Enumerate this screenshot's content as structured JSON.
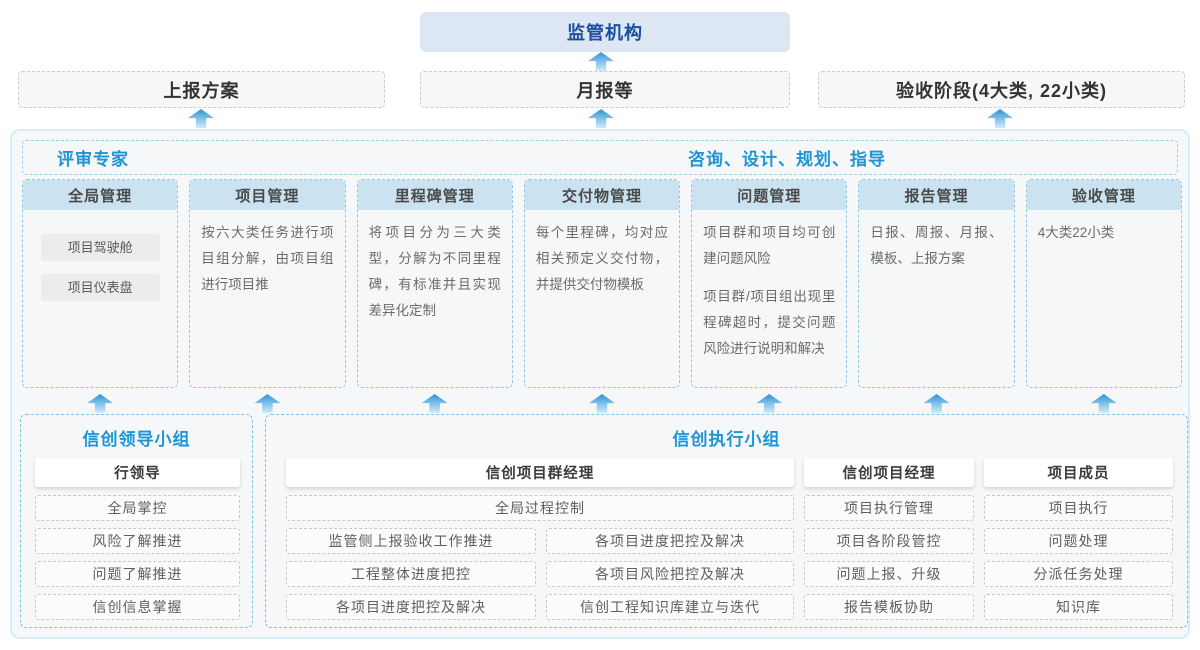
{
  "top": {
    "regulator_label": "监管机构",
    "channels": [
      {
        "label": "上报方案"
      },
      {
        "label": "月报等"
      },
      {
        "label": "验收阶段(4大类, 22小类)"
      }
    ]
  },
  "panel": {
    "experts_label": "评审专家",
    "advisory_label": "咨询、设计、规划、指导",
    "columns": [
      {
        "title": "全局管理",
        "chips": [
          "项目驾驶舱",
          "项目仪表盘"
        ]
      },
      {
        "title": "项目管理",
        "body": "按六大类任务进行项目组分解，由项目组进行项目推"
      },
      {
        "title": "里程碑管理",
        "body": "将项目分为三大类型，分解为不同里程碑，有标准并且实现差异化定制"
      },
      {
        "title": "交付物管理",
        "body": "每个里程碑，均对应相关预定义交付物，并提供交付物模板"
      },
      {
        "title": "问题管理",
        "body": "项目群和项目均可创建问题风险",
        "body2": "项目群/项目组出现里程碑超时，提交问题风险进行说明和解决"
      },
      {
        "title": "报告管理",
        "body": "日报、周报、月报、模板、上报方案"
      },
      {
        "title": "验收管理",
        "body": "4大类22小类"
      }
    ]
  },
  "groups": {
    "leadership": {
      "title": "信创领导小组",
      "role": "行领导",
      "items": [
        "全局掌控",
        "风险了解推进",
        "问题了解推进",
        "信创信息掌握"
      ]
    },
    "execution": {
      "title": "信创执行小组",
      "roles": {
        "program_manager": "信创项目群经理",
        "project_manager": "信创项目经理",
        "member": "项目成员"
      },
      "program_manager_wide_item": "全局过程控制",
      "program_manager_col_a": [
        "监管侧上报验收工作推进",
        "工程整体进度把控",
        "各项目进度把控及解决"
      ],
      "program_manager_col_b": [
        "各项目进度把控及解决",
        "各项目风险把控及解决",
        "信创工程知识库建立与迭代"
      ],
      "project_manager_items": [
        "项目执行管理",
        "项目各阶段管控",
        "问题上报、升级",
        "报告模板协助"
      ],
      "member_items": [
        "项目执行",
        "问题处理",
        "分派任务处理",
        "知识库"
      ]
    }
  },
  "colors": {
    "accent_blue_text": "#2095d5",
    "regulator_text": "#1b4e9b",
    "regulator_bg": "#dce7f3",
    "column_header_bg": "#cbe2f1",
    "panel_bg": "#f6f7f9",
    "arrow_blue": "#2f93d4"
  }
}
